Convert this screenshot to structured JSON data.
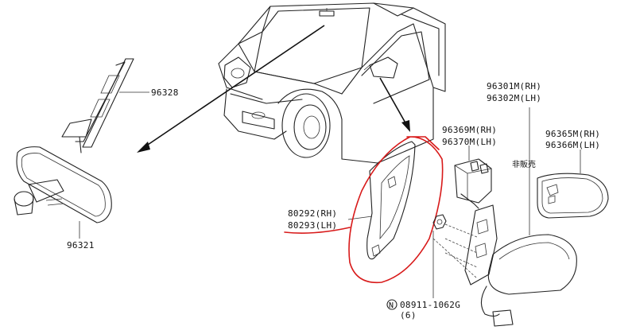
{
  "labels": {
    "rearview_mirror_bracket": "96328",
    "rearview_mirror": "96321",
    "corner_cover_rh": "80292(RH)",
    "corner_cover_lh": "80293(LH)",
    "mirror_base_rh": "96369M(RH)",
    "mirror_base_lh": "96370M(LH)",
    "door_mirror_rh": "96301M(RH)",
    "door_mirror_lh": "96302M(LH)",
    "mirror_glass_rh": "96365M(RH)",
    "mirror_glass_lh": "96366M(LH)",
    "not_for_sale": "非販売",
    "nut_symbol": "N",
    "nut_part": "08911-1062G",
    "nut_qty": "(6)"
  },
  "colors": {
    "line": "#222222",
    "highlight": "#d81a1a"
  }
}
